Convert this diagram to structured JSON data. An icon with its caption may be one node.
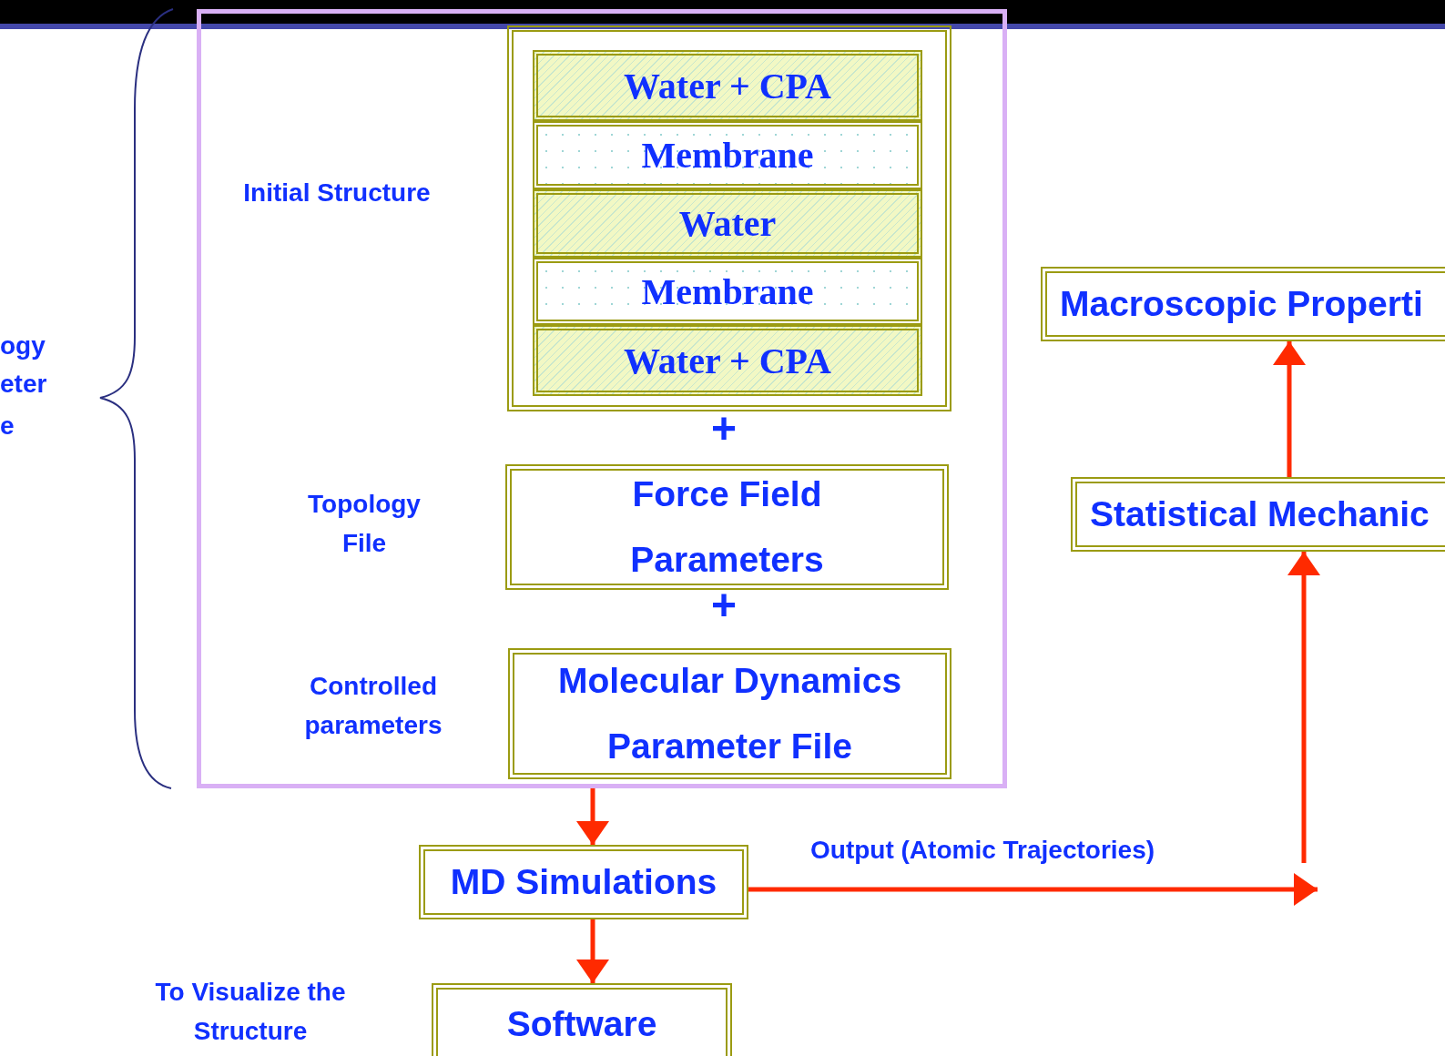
{
  "diagram": {
    "nodes": [
      {
        "text": [],
        "shape": "box"
      },
      {
        "text": [],
        "shape": "box",
        "in": 0
      },
      {
        "text": [
          "Water + CPA"
        ],
        "in": 1
      },
      {
        "text": [
          "Membrane"
        ],
        "in": 1
      },
      {
        "text": [
          "Water"
        ],
        "in": 1
      },
      {
        "text": [
          "Membrane"
        ],
        "in": 1
      },
      {
        "text": [
          "Water + CPA"
        ],
        "in": 1
      },
      {
        "text": [
          "Force Field Parameters"
        ],
        "in": 0
      },
      {
        "text": [
          "Molecular Dynamics Parameter File"
        ],
        "in": 0
      },
      {
        "text": [
          "MD Simulations"
        ]
      },
      {
        "text": [
          "Software"
        ]
      },
      {
        "text": [
          "Statistical Mechanic"
        ]
      },
      {
        "text": [
          "Macroscopic Properti"
        ]
      }
    ],
    "edges": [
      {
        "from": 0,
        "to": 9,
        "arrow": "to"
      },
      {
        "from": 9,
        "to": 10,
        "arrow": "to"
      },
      {
        "from": 9,
        "to": null,
        "arrow": "to",
        "label": "Output (Atomic Trajectories)"
      },
      {
        "from": null,
        "to": 11,
        "arrow": "to"
      },
      {
        "from": 11,
        "to": 12,
        "arrow": "to"
      }
    ],
    "labels": [
      "ogy",
      "eter",
      "e",
      "Initial Structure",
      "+",
      "Topology File",
      "+",
      "Controlled parameters",
      "To Visualize the Structure"
    ]
  }
}
